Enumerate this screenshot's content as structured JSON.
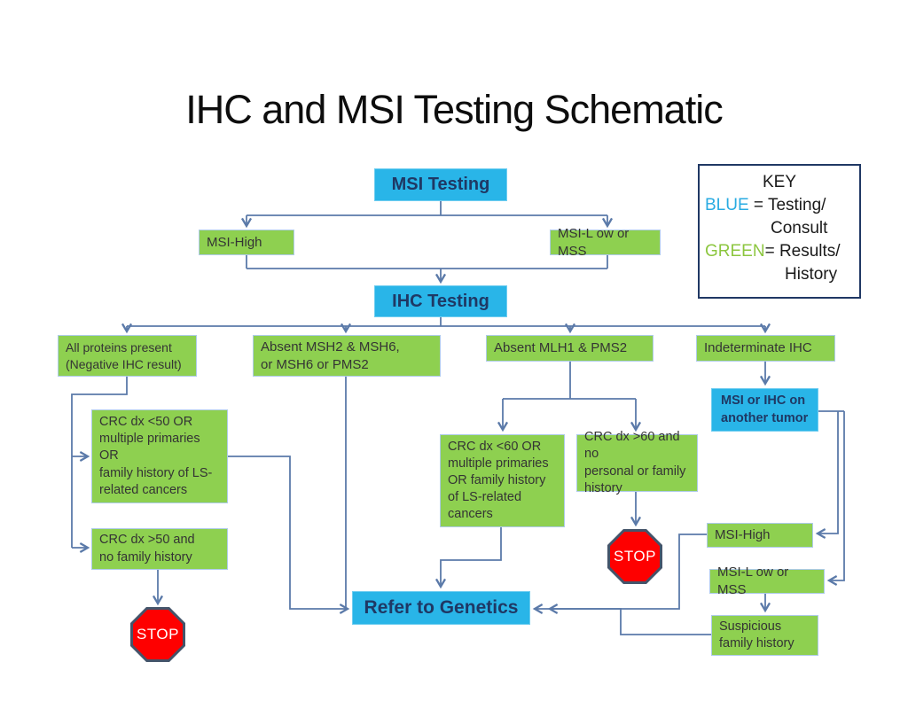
{
  "title": "IHC and MSI Testing Schematic",
  "colors": {
    "node_blue": "#29b5e8",
    "node_green": "#8ed050",
    "stop_red": "#fe0000",
    "stop_border": "#44546a",
    "connector": "#5b7aa9",
    "key_blue_text": "#29abe2",
    "key_green_text": "#8cc63f",
    "dark_text": "#1f3864"
  },
  "key": {
    "heading": "KEY",
    "blue_word": "BLUE",
    "blue_rest": " = Testing/",
    "blue_cont": "Consult",
    "green_word": "GREEN",
    "green_rest": "= Results/",
    "green_cont": "History"
  },
  "nodes": {
    "msi_testing": "MSI Testing",
    "msi_high_top": "MSI-High",
    "msi_low_top": "MSI-L ow or MSS",
    "ihc_testing": "IHC Testing",
    "all_proteins": "All proteins present\n(Negative IHC result)",
    "absent_msh2": "Absent MSH2 & MSH6,\nor MSH6 or PMS2",
    "absent_mlh1": "Absent MLH1 & PMS2",
    "indeterminate_ihc": "Indeterminate IHC",
    "crc_lt50": "CRC dx <50 OR\nmultiple primaries\nOR\nfamily history of LS-\nrelated cancers",
    "crc_gt50": "CRC dx >50 and\nno family history",
    "crc_lt60": "CRC dx <60 OR\nmultiple primaries\nOR family history\nof LS-related\ncancers",
    "crc_gt60": "CRC dx >60 and no\npersonal or family\nhistory",
    "msi_ihc_tumor": "MSI or IHC on\nanother tumor",
    "msi_high_right": "MSI-High",
    "msi_low_right": "MSI-L ow or MSS",
    "suspicious": "Suspicious\nfamily history",
    "refer_genetics": "Refer to Genetics",
    "stop_left": "STOP",
    "stop_middle": "STOP"
  }
}
